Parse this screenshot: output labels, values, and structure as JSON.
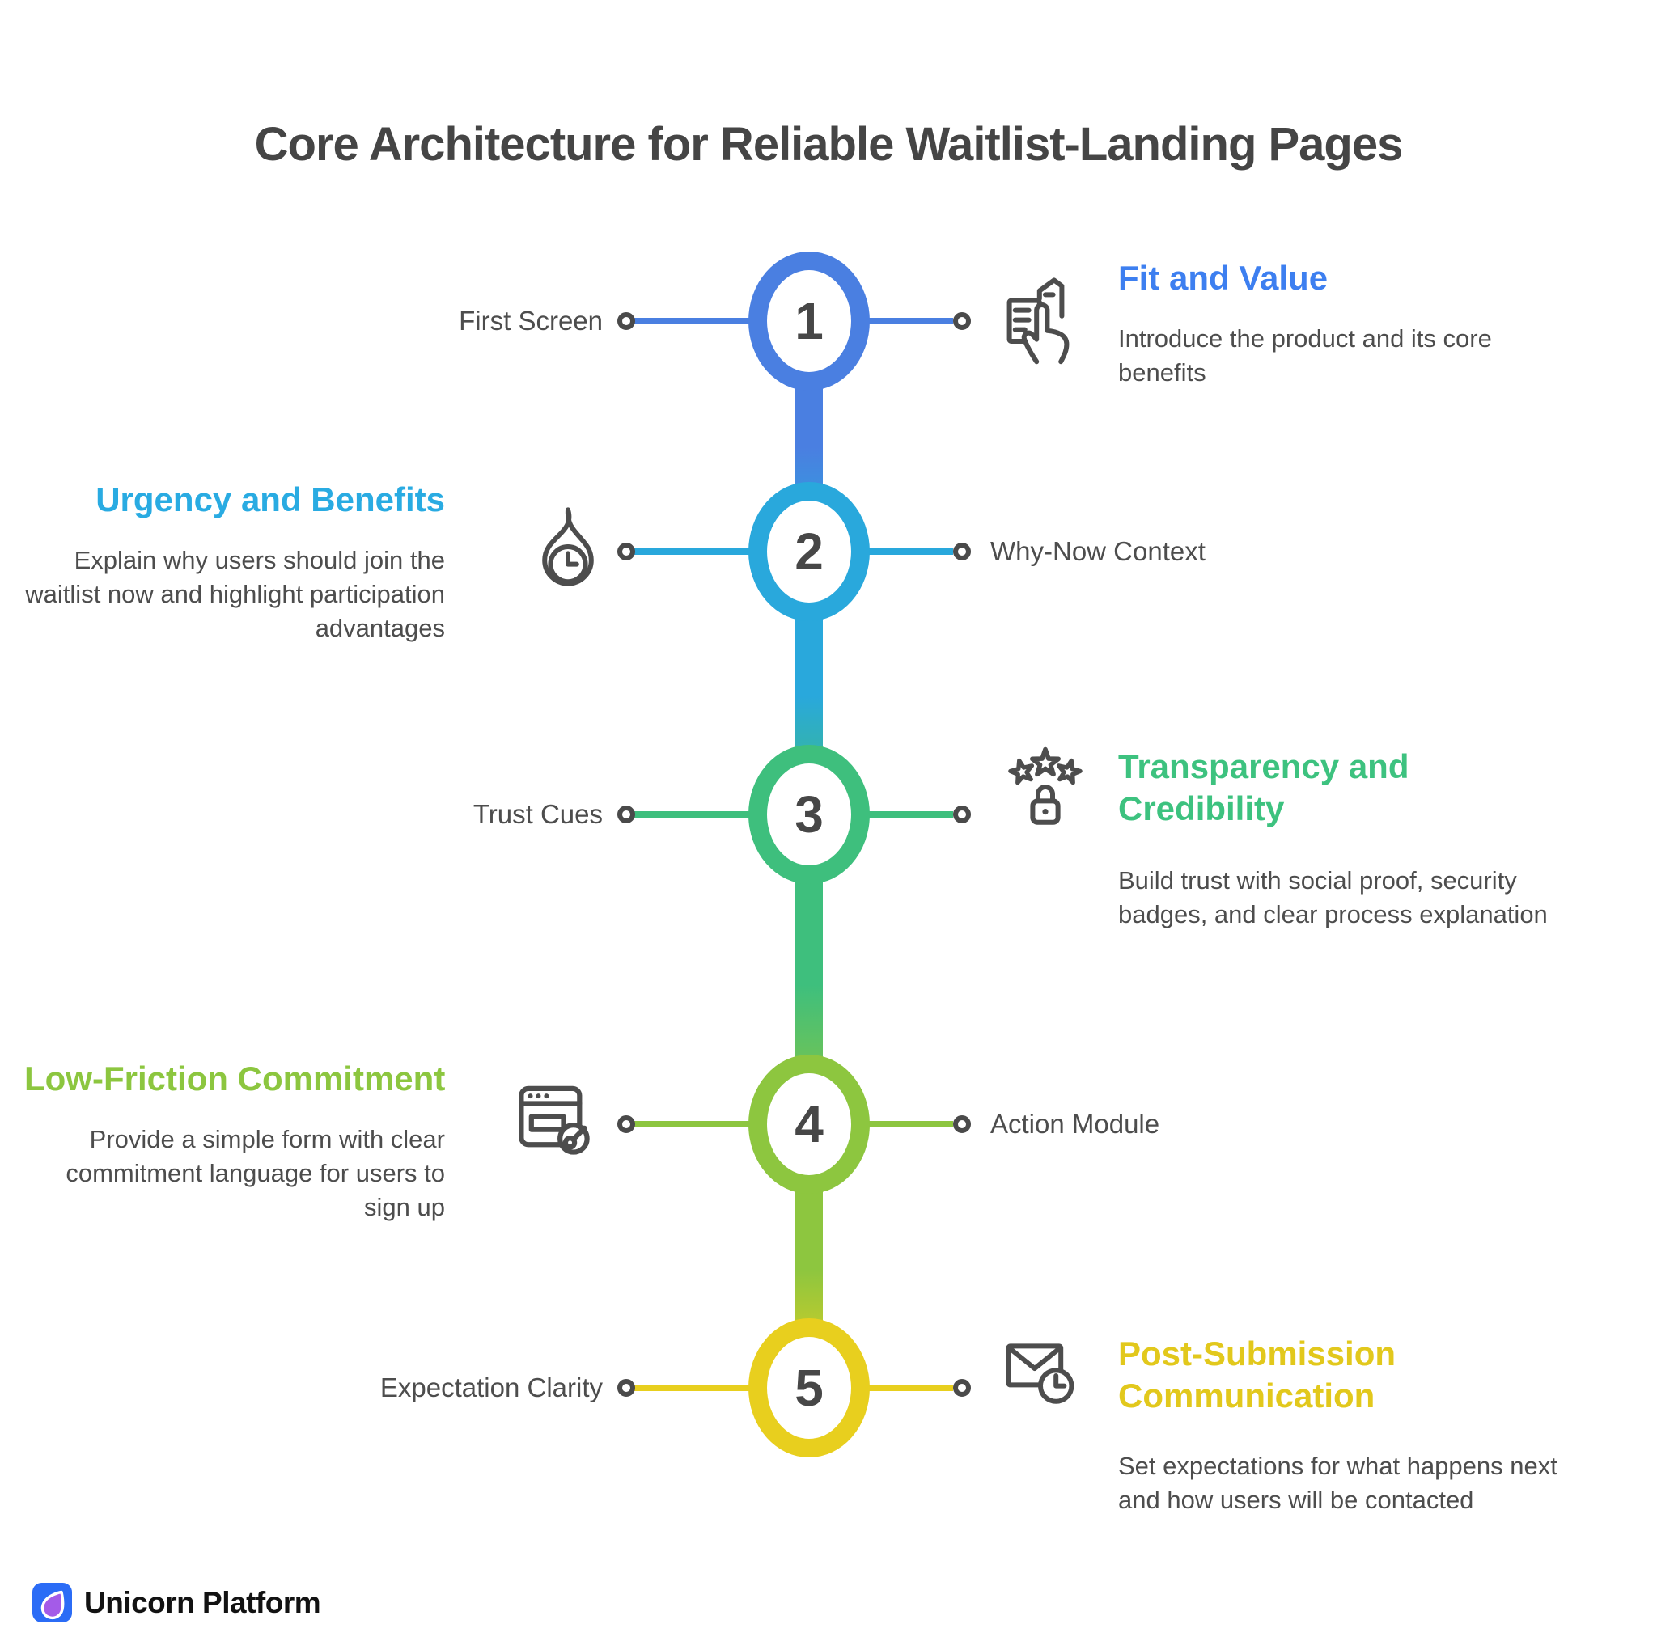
{
  "title": "Core Architecture for Reliable Waitlist-Landing Pages",
  "colors": {
    "text_dark": "#4D4D4D",
    "step1_blue": "#4A7FE1",
    "step2_cyan": "#29A8DC",
    "step3_green": "#3EBF7D",
    "step4_lime": "#8DC63F",
    "step5_yellow": "#E8CF1E",
    "logo_blue": "#2B6CF6",
    "logo_purple": "#A45BE8"
  },
  "steps": [
    {
      "num": "1",
      "label": "First Screen",
      "heading": "Fit and Value",
      "description": "Introduce the product and its core benefits",
      "color": "#4A7FE1",
      "heading_color": "#3D7FF0",
      "icon": "form-click-icon",
      "label_side": "left",
      "content_side": "right"
    },
    {
      "num": "2",
      "label": "Why-Now Context",
      "heading": "Urgency and Benefits",
      "description": "Explain why users should join the waitlist now and highlight participation advantages",
      "color": "#29A8DC",
      "heading_color": "#29ABE2",
      "icon": "urgency-flame-clock-icon",
      "label_side": "right",
      "content_side": "left"
    },
    {
      "num": "3",
      "label": "Trust Cues",
      "heading": "Transparency and Credibility",
      "description": "Build trust with social proof, security badges, and clear process explanation",
      "color": "#3EBF7D",
      "heading_color": "#3DC27F",
      "icon": "stars-lock-icon",
      "label_side": "left",
      "content_side": "right"
    },
    {
      "num": "4",
      "label": "Action Module",
      "heading": "Low-Friction Commitment",
      "description": "Provide a simple form with clear commitment language for users to sign up",
      "color": "#8DC63F",
      "heading_color": "#8CC63F",
      "icon": "form-cursor-icon",
      "label_side": "right",
      "content_side": "left"
    },
    {
      "num": "5",
      "label": "Expectation Clarity",
      "heading": "Post-Submission Communication",
      "description": "Set expectations for what happens next and how users will be contacted",
      "color": "#E8CF1E",
      "heading_color": "#E2C81C",
      "icon": "mail-clock-icon",
      "label_side": "left",
      "content_side": "right"
    }
  ],
  "footer": {
    "brand": "Unicorn Platform"
  }
}
